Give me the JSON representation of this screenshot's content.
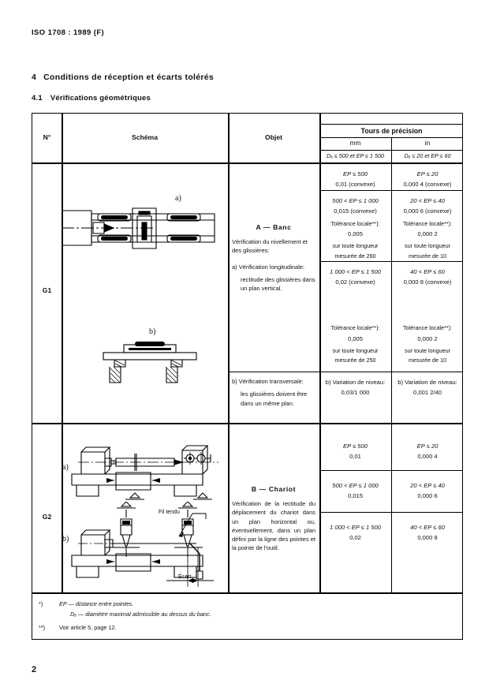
{
  "document": {
    "header": "ISO 1708 : 1989 (F)",
    "page_number": "2"
  },
  "clause": {
    "number": "4",
    "title": "Conditions de réception et écarts tolérés"
  },
  "subclause": {
    "number": "4.1",
    "title": "Vérifications géométriques"
  },
  "table": {
    "headers": {
      "no": "N°",
      "schema": "Schéma",
      "objet": "Objet",
      "group": "Tours de précision",
      "unit_mm": "mm",
      "unit_in": "in",
      "cond_mm": "Dₐ ≤ 500 et EP ≤ 1 500",
      "cond_in": "Dₐ ≤ 20 et EP ≤ 60"
    },
    "rows": [
      {
        "id": "G1",
        "objet": {
          "title": "A — Banc",
          "intro": "Vérification du nivellement et des glissières:",
          "item_a": "a) Vérification longitudinale:",
          "item_a_sub": "rectitude des glissières dans un plan vertical.",
          "item_b": "b) Vérification transversale:",
          "item_b_sub": "les glissières doivent être dans un même plan."
        },
        "figures": [
          {
            "label": "a)",
            "caption": ""
          },
          {
            "label": "b)",
            "caption": ""
          }
        ],
        "tolerances": [
          {
            "mm": {
              "range": "EP ≤ 500",
              "value": "0,01 (convexe)"
            },
            "in": {
              "range": "EP ≤ 20",
              "value": "0,000 4 (convexe)"
            }
          },
          {
            "mm": {
              "range": "500 < EP ≤ 1 000",
              "value": "0,015 (convexe)",
              "local_label": "Tolérance locale**):",
              "local_value": "0,005",
              "local_note1": "sur toute longueur",
              "local_note2": "mesurée de 260"
            },
            "in": {
              "range": "20 < EP ≤ 40",
              "value": "0,000 6 (convexe)",
              "local_label": "Tolérance locale**):",
              "local_value": "0,000 2",
              "local_note1": "sur toute longueur",
              "local_note2": "mesurée de 10"
            }
          },
          {
            "mm": {
              "range": "1 000 < EP ≤ 1 500",
              "value": "0,02 (convexe)",
              "local_label": "Tolérance locale**):",
              "local_value": "0,005",
              "local_note1": "sur toute longueur",
              "local_note2": "mesurée de 250"
            },
            "in": {
              "range": "40 < EP ≤ 60",
              "value": "0,000 8 (convexe)",
              "local_label": "Tolérance locale**):",
              "local_value": "0,000 2",
              "local_note1": "sur toute longueur",
              "local_note2": "mesurée de 10"
            }
          },
          {
            "mm": {
              "range": "b) Variation de niveau:",
              "value": "0,03/1 000"
            },
            "in": {
              "range": "b) Variation de niveau:",
              "value": "0,001 2/40"
            }
          }
        ]
      },
      {
        "id": "G2",
        "objet": {
          "title": "B — Chariot",
          "intro": "Vérification de la rectitude du déplacement du chariot dans un plan horizontal ou, éventuellement, dans un plan défini par la ligne des pointes et la pointe de l'outil."
        },
        "figures": [
          {
            "label": "a)",
            "caption": ""
          },
          {
            "label": "b)",
            "caption_wire": "Fil tendu",
            "caption_gap": "Écart"
          }
        ],
        "tolerances": [
          {
            "mm": {
              "range": "EP ≤ 500",
              "value": "0,01"
            },
            "in": {
              "range": "EP ≤ 20",
              "value": "0,000 4"
            }
          },
          {
            "mm": {
              "range": "500 < EP ≤ 1 000",
              "value": "0,015"
            },
            "in": {
              "range": "20 < EP ≤ 40",
              "value": "0,000 6"
            }
          },
          {
            "mm": {
              "range": "1 000 < EP ≤ 1 500",
              "value": "0,02"
            },
            "in": {
              "range": "40 < EP ≤ 60",
              "value": "0,000 8"
            }
          }
        ]
      }
    ],
    "footnotes": [
      {
        "mark": "*)",
        "text": "EP — distance entre pointes."
      },
      {
        "mark": "",
        "text": "Dₐ — diamètre maximal admissible au dessus du banc.",
        "indent": true
      },
      {
        "mark": "**)",
        "text": "Voir article 5, page 12."
      }
    ]
  }
}
